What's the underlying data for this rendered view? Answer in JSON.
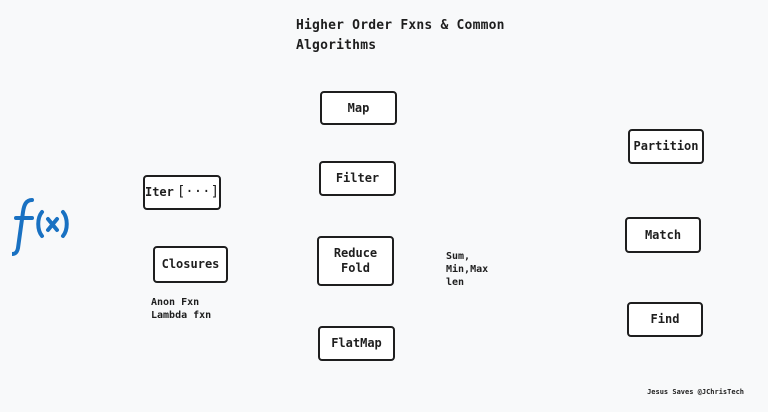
{
  "title": [
    "Higher Order Fxns & Common",
    "Algorithms"
  ],
  "left": {
    "logo_icon": "function-fx-icon",
    "iter": {
      "label": "Iter",
      "bracket": "[···]"
    },
    "closures": {
      "label": "Closures"
    },
    "closure_notes": [
      "Anon Fxn",
      "Lambda fxn"
    ]
  },
  "center": {
    "map": "Map",
    "filter": "Filter",
    "reduce": [
      "Reduce",
      "Fold"
    ],
    "flatmap": "FlatMap",
    "reduce_notes": [
      "Sum,",
      "Min,Max",
      "len"
    ]
  },
  "right": {
    "partition": "Partition",
    "match": "Match",
    "find": "Find"
  },
  "footer": "Jesus Saves @JChrisTech",
  "colors": {
    "stroke": "#1e1e1e",
    "logo": "#1971c2",
    "background": "#f8f9fa"
  }
}
